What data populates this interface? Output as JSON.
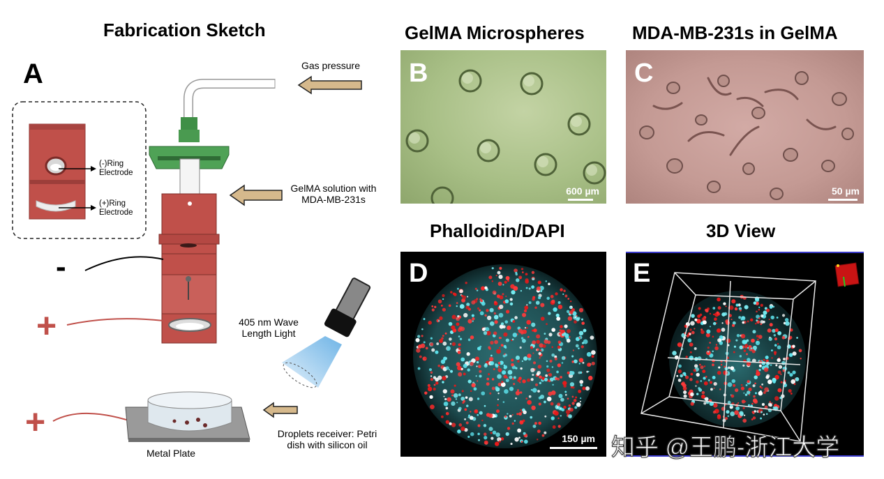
{
  "titles": {
    "fab": "Fabrication Sketch",
    "b": "GelMA Microspheres",
    "c": "MDA-MB-231s in GelMA",
    "d": "Phalloidin/DAPI",
    "e": "3D View"
  },
  "panels": {
    "a": "A",
    "b": "B",
    "c": "C",
    "d": "D",
    "e": "E"
  },
  "labels": {
    "gas": "Gas pressure",
    "gelma_solution": "GelMA solution with MDA-MB-231s",
    "neg_ring": "(-)Ring Electrode",
    "pos_ring": "(+)Ring Electrode",
    "minus": "-",
    "plus": "+",
    "light": "405 nm Wave Length Light",
    "receiver": "Droplets receiver: Petri dish with silicon oil",
    "metal_plate": "Metal Plate"
  },
  "scalebars": {
    "b": "600 µm",
    "c": "50 µm",
    "d": "150 µm"
  },
  "watermark": "知乎 @王鹏-浙江大学",
  "colors": {
    "red_block": "#c0504a",
    "green_hub": "#3f8f46",
    "arrow_fill": "#d6b98c",
    "gel_green": "#a8bf86",
    "cell_pink": "#c49a94"
  }
}
